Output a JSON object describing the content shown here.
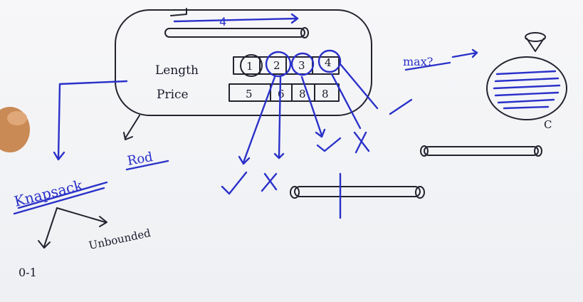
{
  "board": {
    "length_label": "Length",
    "price_label": "Price",
    "top_length": "4",
    "lengths": [
      "1",
      "2",
      "3",
      "4"
    ],
    "prices": [
      "5",
      "6",
      "8",
      "8"
    ],
    "max_note": "max?",
    "knapsack_word": "Knapsack",
    "rod_word": "Rod",
    "zero_one": "0-1",
    "unbounded": "Unbounded",
    "bag_label": "C"
  },
  "colors": {
    "ink_blue": "#2a31c9",
    "ink_dark": "#23232f",
    "board_bg": "#f4f5f7"
  }
}
